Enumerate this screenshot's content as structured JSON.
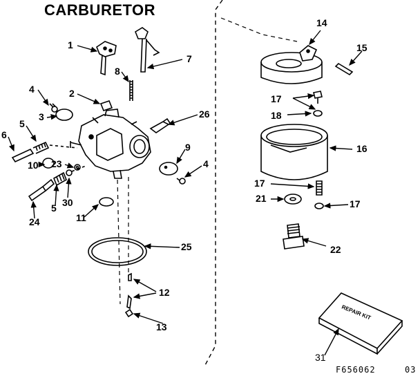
{
  "title": "CARBURETOR",
  "drawing_code": "F656062",
  "page_code": "03",
  "repair_kit_text": "REPAIR KIT",
  "callouts": [
    {
      "id": "c1",
      "text": "1"
    },
    {
      "id": "c7",
      "text": "7"
    },
    {
      "id": "c8",
      "text": "8"
    },
    {
      "id": "c4a",
      "text": "4"
    },
    {
      "id": "c2",
      "text": "2"
    },
    {
      "id": "c3",
      "text": "3"
    },
    {
      "id": "c26",
      "text": "26"
    },
    {
      "id": "c5a",
      "text": "5"
    },
    {
      "id": "c6",
      "text": "6"
    },
    {
      "id": "c9",
      "text": "9"
    },
    {
      "id": "c10",
      "text": "10"
    },
    {
      "id": "c23",
      "text": "23"
    },
    {
      "id": "c4b",
      "text": "4"
    },
    {
      "id": "c5b",
      "text": "5"
    },
    {
      "id": "c30",
      "text": "30"
    },
    {
      "id": "c24",
      "text": "24"
    },
    {
      "id": "c11",
      "text": "11"
    },
    {
      "id": "c25",
      "text": "25"
    },
    {
      "id": "c12",
      "text": "12"
    },
    {
      "id": "c13",
      "text": "13"
    },
    {
      "id": "c14",
      "text": "14"
    },
    {
      "id": "c15",
      "text": "15"
    },
    {
      "id": "c17a",
      "text": "17"
    },
    {
      "id": "c18",
      "text": "18"
    },
    {
      "id": "c16",
      "text": "16"
    },
    {
      "id": "c17b",
      "text": "17"
    },
    {
      "id": "c21",
      "text": "21"
    },
    {
      "id": "c17c",
      "text": "17"
    },
    {
      "id": "c22",
      "text": "22"
    },
    {
      "id": "c31",
      "text": "31"
    }
  ]
}
